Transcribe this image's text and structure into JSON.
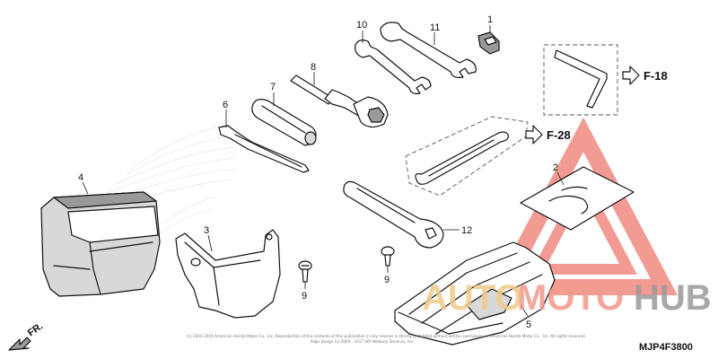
{
  "callouts": {
    "c1": "1",
    "c2": "2",
    "c3": "3",
    "c4": "4",
    "c5": "5",
    "c6": "6",
    "c7": "7",
    "c8": "8",
    "c9a": "9",
    "c9b": "9",
    "c10": "10",
    "c11": "11",
    "c12": "12"
  },
  "refs": {
    "ref_upper": "F-18",
    "ref_lower": "F-28"
  },
  "direction_label": "FR.",
  "diagram_code": "MJP4F3800",
  "copyright": {
    "line1": "(c) 2002-2016 American Honda Motor Co., Inc. Reproduction of the contents of this publication in any manner is strictly prohibited without written permission of American Honda Motor Co., Inc. All rights reserved.",
    "line2": "Page design (c) 2004 - 2017 ARI Network Services, Inc."
  },
  "watermark": {
    "auto": "AUTO",
    "moto": "MOTO",
    "hub": "HUB"
  },
  "colors": {
    "line": "#111111",
    "watermark_red": "#e84a3c",
    "watermark_orange": "#f0a83a",
    "watermark_gray": "#8c8c8c",
    "logo_gray": "#d9d9d9"
  }
}
